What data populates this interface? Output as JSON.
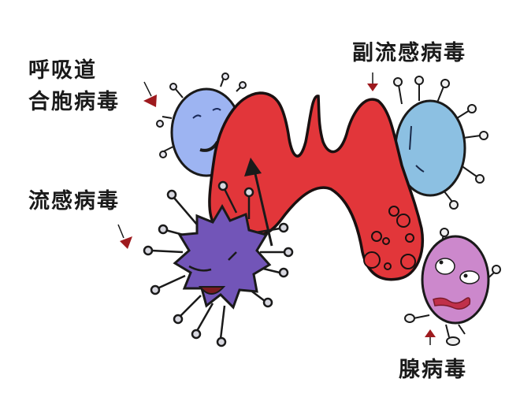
{
  "labels": {
    "rsv_line1": "呼吸道",
    "rsv_line2": "合胞病毒",
    "parainfluenza": "副流感病毒",
    "influenza": "流感病毒",
    "adenovirus": "腺病毒"
  },
  "colors": {
    "lung": "#e2363a",
    "lung_outline": "#1a1010",
    "rsv_virus": "#9db4f2",
    "parainfluenza_virus": "#8cc0e2",
    "influenza_virus": "#7255b8",
    "adenovirus": "#cc88cc",
    "arrow_tip": "#9e1a1e",
    "text": "#1a1a1a"
  }
}
